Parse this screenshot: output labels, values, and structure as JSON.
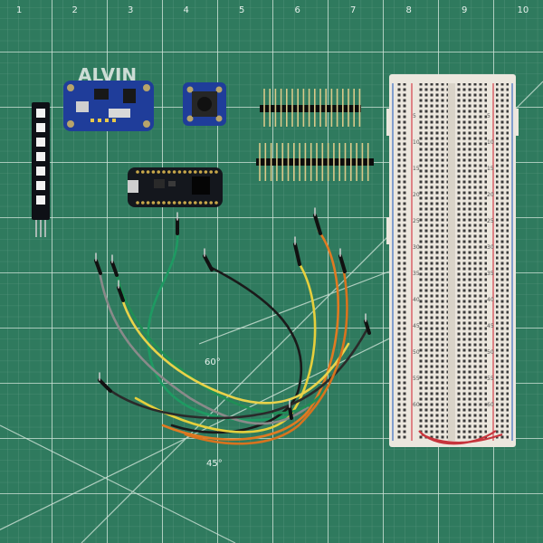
{
  "mat": {
    "ruler_numbers": [
      "1",
      "2",
      "3",
      "4",
      "5",
      "6",
      "7",
      "8",
      "9",
      "10"
    ],
    "angle_labels": [
      "60°",
      "45°"
    ],
    "logo_text": "ALVIN",
    "colors": {
      "mat": "#2f7a5e",
      "grid_minor": "#5f9c84",
      "grid_major": "#cfe3d8"
    }
  },
  "breadboard": {
    "row_numbers": [
      "5",
      "10",
      "15",
      "20",
      "25",
      "30",
      "35",
      "40",
      "45",
      "50",
      "55",
      "60"
    ],
    "colors": {
      "body": "#ece7de",
      "rail_red": "#d6404a",
      "rail_blue": "#3d6fc4"
    }
  },
  "wires": {
    "colors": [
      "#1e9a62",
      "#1a1a1a",
      "#e6cf3c",
      "#e07a22",
      "#8a8a8a",
      "#1f8f55",
      "#e9d24a",
      "#2a2a2a",
      "#d8731e"
    ]
  },
  "parts": {
    "led_strip": {
      "color": "#0e1016",
      "leds": 7
    },
    "power_board": {
      "color": "#1f3d9a"
    },
    "button_board": {
      "color": "#1f3d9a"
    },
    "feather_board": {
      "color": "#14171d"
    }
  }
}
